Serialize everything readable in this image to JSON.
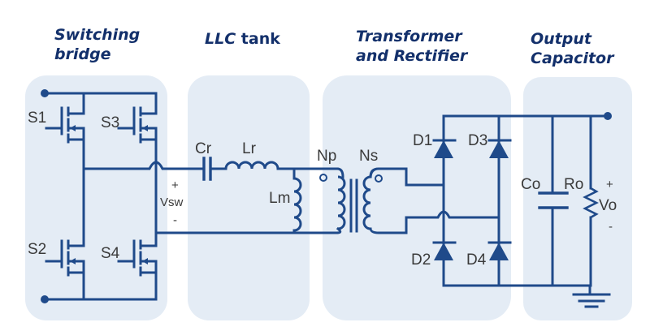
{
  "sections": [
    {
      "id": "switching-bridge",
      "title_line1": "Switching",
      "title_line2": "bridge"
    },
    {
      "id": "llc-tank",
      "title_italic": "LLC",
      "title_rest": " tank"
    },
    {
      "id": "transformer-rectifier",
      "title_line1": "Transformer",
      "title_line2": "and Rectifier"
    },
    {
      "id": "output-capacitor",
      "title_line1": "Output",
      "title_line2": "Capacitor"
    }
  ],
  "components": {
    "S1": "S1",
    "S2": "S2",
    "S3": "S3",
    "S4": "S4",
    "Cr": "Cr",
    "Lr": "Lr",
    "Lm": "Lm",
    "Np": "Np",
    "Ns": "Ns",
    "D1": "D1",
    "D2": "D2",
    "D3": "D3",
    "D4": "D4",
    "Co": "Co",
    "Ro": "Ro"
  },
  "voltages": {
    "vsw": {
      "plus": "+",
      "label": "Vsw",
      "minus": "-"
    },
    "vo": {
      "plus": "+",
      "label": "Vo",
      "minus": "-"
    }
  },
  "colors": {
    "wire": "#1f4a8a",
    "panel": "#e4ecf5",
    "title": "#13306b",
    "label": "#3a3a3a"
  }
}
